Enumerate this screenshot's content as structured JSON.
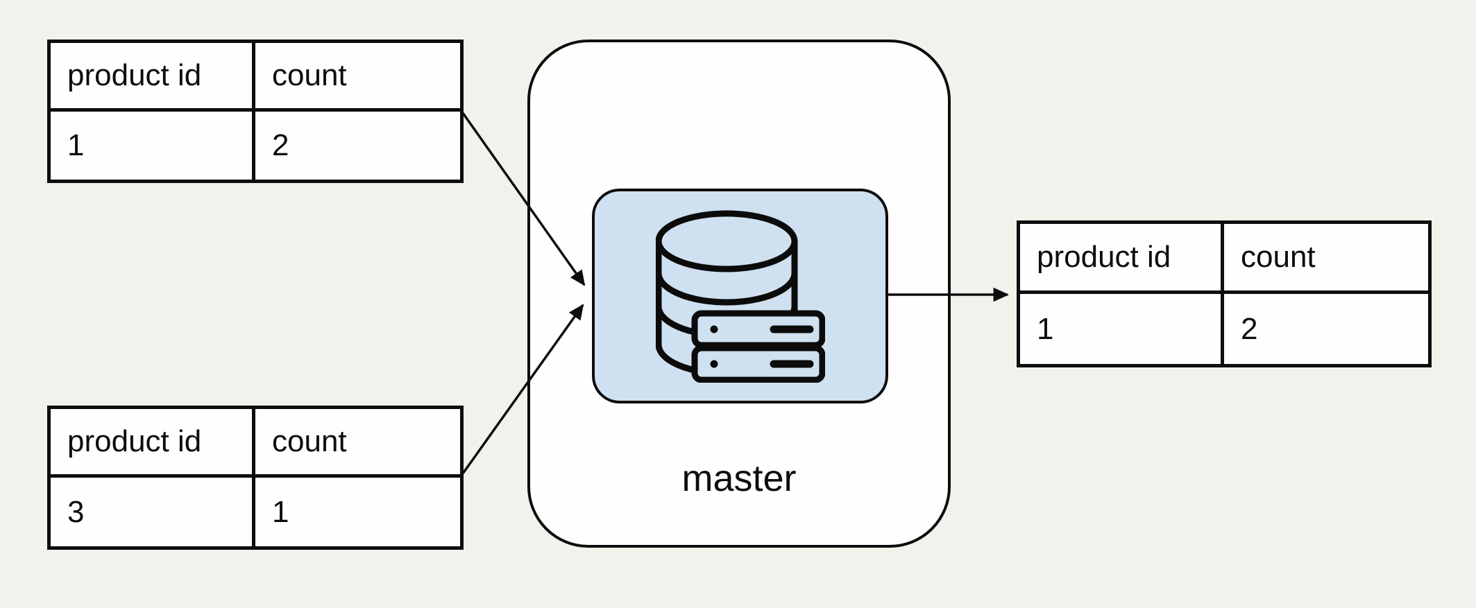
{
  "background_color": "#f2f1ec",
  "colors": {
    "node_fill": "#fefefe",
    "line_color": "#0d0d0d",
    "icon_box_fill": "#cfe0f0"
  },
  "input_tables": [
    {
      "headers": [
        "product id",
        "count"
      ],
      "rows": [
        [
          "1",
          "2"
        ]
      ]
    },
    {
      "headers": [
        "product id",
        "count"
      ],
      "rows": [
        [
          "3",
          "1"
        ]
      ]
    }
  ],
  "master": {
    "label": "master",
    "icon": "database-server-icon"
  },
  "output_table": {
    "headers": [
      "product id",
      "count"
    ],
    "rows": [
      [
        "1",
        "2"
      ]
    ]
  }
}
